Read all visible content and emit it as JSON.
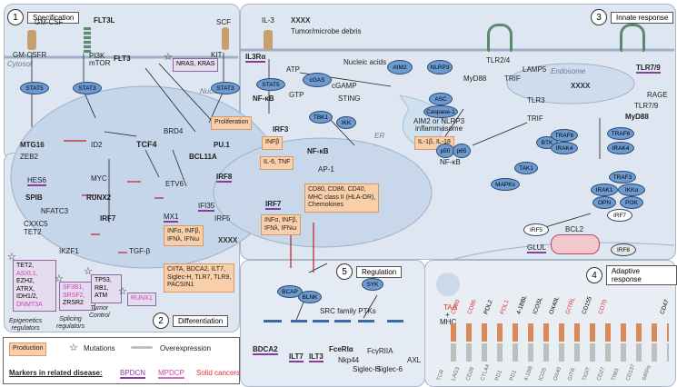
{
  "panels": {
    "specification": {
      "num": "1",
      "label": "Specification"
    },
    "innate": {
      "num": "3",
      "label": "Innate response"
    },
    "differentiation": {
      "num": "2",
      "label": "Differentiation"
    },
    "regulation": {
      "num": "5",
      "label": "Regulation"
    },
    "adaptive": {
      "num": "4",
      "label": "Adaptive response"
    }
  },
  "region_labels": {
    "cytosol": "Cytosol",
    "nucleus": "Nucleus",
    "er": "ER",
    "endosome": "Endosome"
  },
  "spec": {
    "gmcsf": "GM-CSF",
    "gmcsfr": "GM-CSFR",
    "flt3l": "FLT3L",
    "pi3k_mtor": "PI3K\nmTOR",
    "flt3": "FLT3",
    "scf": "SCF",
    "kit": "KIT",
    "nras_kras": "NRAS, KRAS",
    "stat5": "STAT5",
    "stat3": "STAT3",
    "stat3b": "STAT3",
    "mtg16": "MTG16",
    "zeb2": "ZEB2",
    "id2": "ID2",
    "tcf4": "TCF4",
    "brd4": "BRD4",
    "bcl11a": "BCL11A",
    "pu1": "PU.1"
  },
  "diff": {
    "hes6": "HES6",
    "myc": "MYC",
    "spib": "SPIB",
    "runx2": "RUNX2",
    "nfatc3": "NFATC3",
    "cxxc5": "CXXC5",
    "tet2": "TET2",
    "irf7": "IRF7",
    "etv6": "ETV6",
    "irf8": "IRF8",
    "ifi35": "IFI35",
    "mx1": "MX1",
    "irf5": "IRF5",
    "ikzf1": "IKZF1",
    "tgfb": "TGF-β",
    "interferons": "INFα, INFβ,\nIFNλ, IFNω",
    "cytokine_list": "CIITA, BDCA2, ILT7,\nSiglec-H, TLR7, TLR9,\nPACSIN1",
    "epi_genes": [
      "TET2,",
      "ASXL1,",
      "EZH2,",
      "ATRX,",
      "IDH1/2,",
      "DNMT3A"
    ],
    "epi_label": "Epigenetics\nregulators",
    "splice_genes": [
      "SF3B1,",
      "SRSF2,",
      "ZRSR2"
    ],
    "splice_label": "Splicing\nregulators",
    "tumor_genes": [
      "TP53,",
      "RB1,",
      "ATM"
    ],
    "tumor_label": "Tumor\nControl",
    "runx1": "RUNX1",
    "xxxx": "XXXX"
  },
  "innate": {
    "il3": "IL-3",
    "il3ra": "IL3Rα",
    "stat5": "STAT5",
    "nfkb": "NF-κB",
    "proliferation": "Proliferation",
    "debris": "Tumor/microbe debris",
    "xxxx": "XXXX",
    "nucleic": "Nucleic acids",
    "atp": "ATP",
    "gtp": "GTP",
    "cgas": "cGAS",
    "cgamp": "cGAMP",
    "sting": "STING",
    "aim2": "AIM2",
    "nlrp3": "NLRP3",
    "asc": "ASC",
    "casp1": "Caspase-1",
    "inflammasome": "AIM2 or NLRP3\ninflammasome",
    "il1b": "IL-1β, IL-18",
    "tbk1": "TBK1",
    "ikk": "IKK",
    "irf3": "IRF3",
    "infb": "INFβ",
    "il6tnf": "IL-6, TNF",
    "nfkb2": "NF-κB",
    "ap1": "AP-1",
    "cd80": "CD80, CD86, CD40,\nMHC class II (HLA-DR),\nChemokines",
    "irf7": "IRF7",
    "infs": "INFα, INFβ,\nIFNλ, IFNω",
    "tlr24": "TLR2/4",
    "myd88": "MyD88",
    "trif": "TRIF",
    "tlr3": "TLR3",
    "trif2": "TRIF",
    "lamp5": "LAMP5",
    "tlr79": "TLR7/9",
    "rage": "RAGE",
    "tlr79b": "TLR7/9",
    "myd88b": "MyD88",
    "p50": "p50",
    "p65": "p65",
    "nfkb3": "NF-κB",
    "btk": "BTK",
    "traf6": "TRAF6",
    "irak4": "IRAK4",
    "traf6b": "TRAF6",
    "irak4b": "IRAK4",
    "tak1": "TAK1",
    "mapks": "MAPKs",
    "traf3": "TRAF3",
    "irak1": "IRAK1",
    "ikka": "IKKα",
    "opn": "OPN",
    "pi3k": "PI3K",
    "irf7b": "IRF7",
    "irf5": "IRF5",
    "irf8": "IRF8",
    "glul": "GLUL",
    "bcl2": "BCL2"
  },
  "reg": {
    "syk": "SYK",
    "bcap": "BCAP",
    "blnk": "BLNK",
    "src": "SRC family PTKs",
    "receptors": [
      "BDCA2",
      "ILT7",
      "ILT3",
      "FceRIα",
      "Nkp44",
      "Siglec-H",
      "FcγRIIA",
      "Siglec-6",
      "AXL"
    ]
  },
  "adaptive": {
    "taa": "TAA",
    "mhc": "MHC",
    "markers": [
      "CD80",
      "CD86",
      "PDL2",
      "PDL1",
      "4-1BBL",
      "ICOSL",
      "OX40L",
      "GITRL",
      "CD155",
      "CD70",
      "CD47"
    ],
    "markers_colors": [
      "#e03030",
      "#e03030",
      "#222",
      "#e03030",
      "#222",
      "#222",
      "#222",
      "#e03030",
      "#222",
      "#e03030",
      "#222"
    ],
    "receptors": [
      "TCR",
      "LAG3",
      "CD28",
      "CTLA4",
      "PD1",
      "PD1",
      "4-1BB",
      "ICOS",
      "OX40",
      "GITR",
      "TIGIT",
      "CD27",
      "TIM3",
      "CD137",
      "SIRPα"
    ]
  },
  "legend": {
    "production": "Production",
    "mutations": "Mutations",
    "overexpression": "Overexpression",
    "markers_label": "Markers in related disease:",
    "bpdcn": "BPDCN",
    "mpdcp": "MPDCP",
    "solid": "Solid cancers",
    "colors": {
      "bpdcn": "#8a3aa0",
      "mpdcp": "#d040b0",
      "solid": "#e03030"
    }
  }
}
